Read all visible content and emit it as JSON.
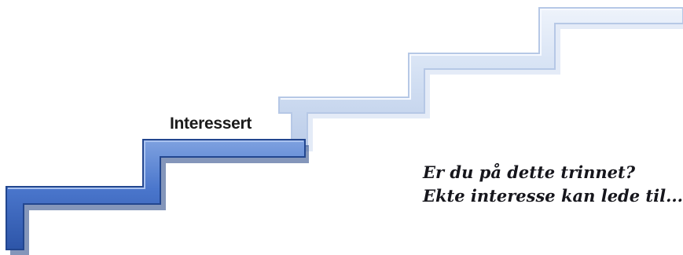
{
  "colors": {
    "active_step": "#3f6cc4",
    "active_step_edge": "#2a4e9c",
    "faded_step": "#cfdcf0",
    "faded_step_edge": "#b3c6e6",
    "text": "#1b1b1b"
  },
  "staircase": {
    "current_step_label": "Interessert"
  },
  "caption": {
    "line1": "Er du på dette trinnet?",
    "line2": "Ekte interesse kan lede til..."
  }
}
